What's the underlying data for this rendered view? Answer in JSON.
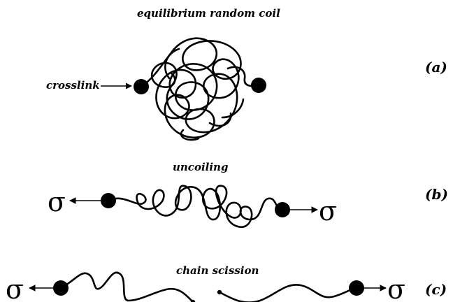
{
  "figure": {
    "panel_a": {
      "title": "equilibrium random coil",
      "crosslink_label": "crosslink",
      "panel_label": "(a)"
    },
    "panel_b": {
      "title": "uncoiling",
      "stress_symbol": "σ",
      "panel_label": "(b)"
    },
    "panel_c": {
      "title": "chain scission",
      "stress_symbol": "σ",
      "panel_label": "(c)"
    }
  }
}
